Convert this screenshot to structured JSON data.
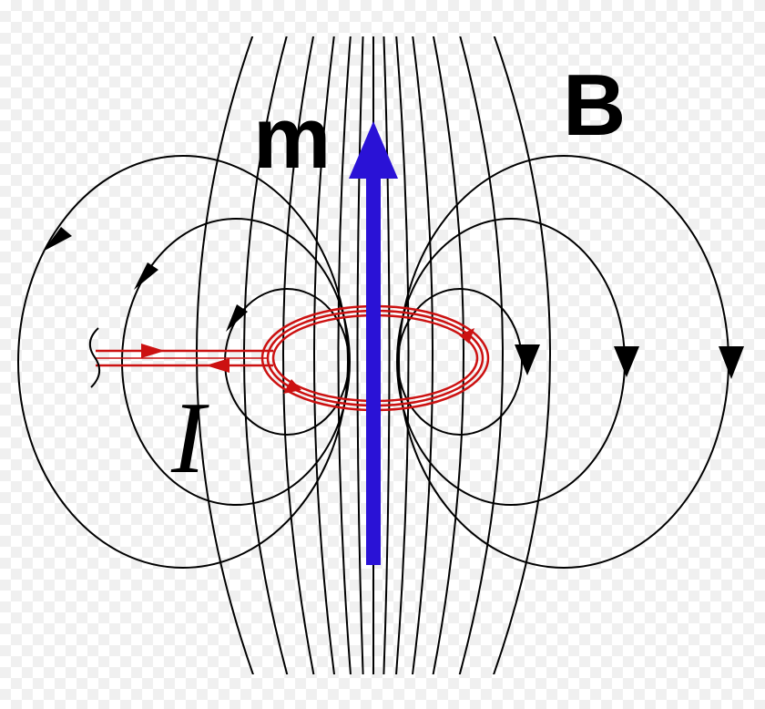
{
  "labels": {
    "moment": "m",
    "field": "B",
    "current": "I"
  },
  "colors": {
    "field_lines": "#000000",
    "moment_arrow": "#2a12d6",
    "current_loop": "#cc1111",
    "background": "#ffffff"
  }
}
